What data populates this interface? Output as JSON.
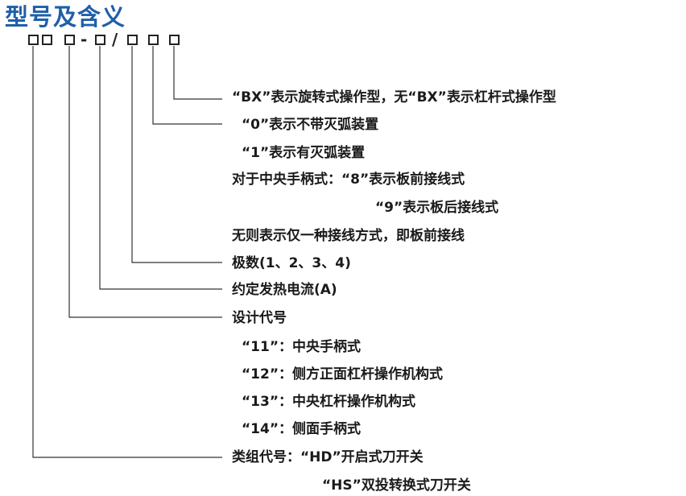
{
  "title": "型号及含义",
  "code_pattern": {
    "dash": "-",
    "slash": "/"
  },
  "descriptions": {
    "bx": "“BX”表示旋转式操作型，无“BX”表示杠杆式操作型",
    "arc_0": "“0”表示不带灭弧装置",
    "arc_1": "“1”表示有灭弧装置",
    "central_8": "对于中央手柄式：“8”表示板前接线式",
    "central_9": "“9”表示板后接线式",
    "none": "无则表示仅一种接线方式，即板前接线",
    "poles": "极数(1、2、3、4)",
    "current": "约定发热电流(A)",
    "design_code": "设计代号",
    "d11": "“11”：中央手柄式",
    "d12": "“12”：侧方正面杠杆操作机构式",
    "d13": "“13”：中央杠杆操作机构式",
    "d14": "“14”：侧面手柄式",
    "class_hd": "类组代号：“HD”开启式刀开关",
    "class_hs": "“HS”双投转换式刀开关"
  }
}
